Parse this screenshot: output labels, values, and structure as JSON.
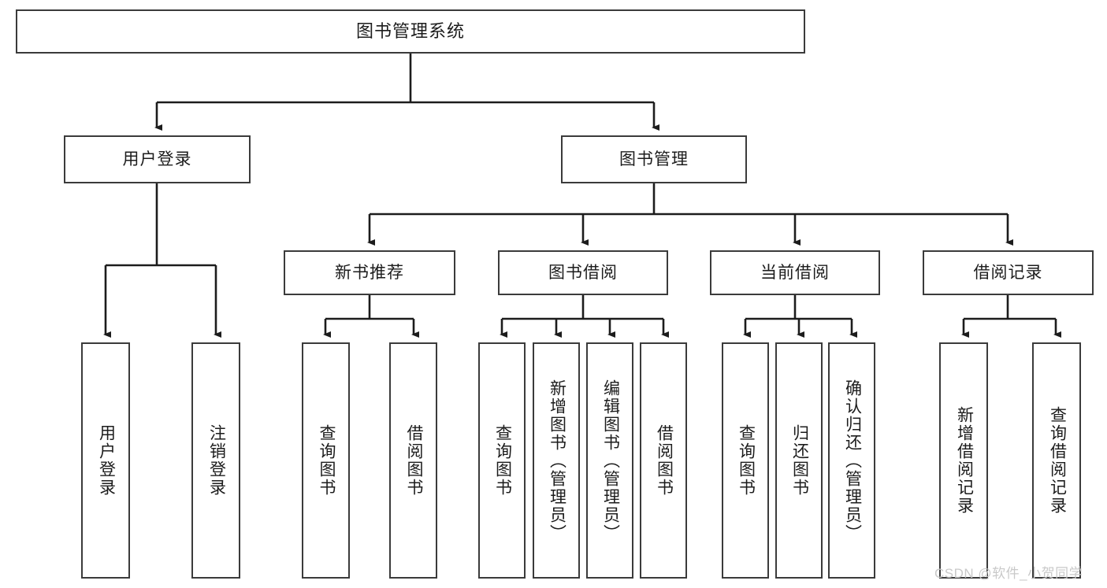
{
  "diagram": {
    "type": "tree",
    "title": "图书管理系统",
    "orientation": "top-down",
    "colors": {
      "box_border": "#3b3b3b",
      "box_fill": "#ffffff",
      "connector": "#1c1c1c",
      "text": "#1c1c1c",
      "watermark": "#c9c9c9"
    },
    "root": {
      "label": "图书管理系统"
    },
    "level2": [
      {
        "id": "user-login",
        "label": "用户登录"
      },
      {
        "id": "book-manage",
        "label": "图书管理"
      }
    ],
    "level3": [
      {
        "id": "new-book-recommend",
        "label": "新书推荐",
        "parent": "book-manage"
      },
      {
        "id": "book-borrow",
        "label": "图书借阅",
        "parent": "book-manage"
      },
      {
        "id": "current-borrow",
        "label": "当前借阅",
        "parent": "book-manage"
      },
      {
        "id": "borrow-record",
        "label": "借阅记录",
        "parent": "book-manage"
      }
    ],
    "leaves": {
      "user_login": [
        {
          "id": "leaf-user-login",
          "label": "用户登录"
        },
        {
          "id": "leaf-user-logout",
          "label": "注销登录"
        }
      ],
      "new_book_recommend": [
        {
          "id": "leaf-query-book-1",
          "label": "查询图书"
        },
        {
          "id": "leaf-borrow-book-1",
          "label": "借阅图书"
        }
      ],
      "book_borrow": [
        {
          "id": "leaf-query-book-2",
          "label": "查询图书"
        },
        {
          "id": "leaf-add-book",
          "label": "新增图书（管理员）"
        },
        {
          "id": "leaf-edit-book",
          "label": "编辑图书（管理员）"
        },
        {
          "id": "leaf-borrow-book-2",
          "label": "借阅图书"
        }
      ],
      "current_borrow": [
        {
          "id": "leaf-query-book-3",
          "label": "查询图书"
        },
        {
          "id": "leaf-return-book",
          "label": "归还图书"
        },
        {
          "id": "leaf-confirm-return",
          "label": "确认归还（管理员）"
        }
      ],
      "borrow_record": [
        {
          "id": "leaf-add-record",
          "label": "新增借阅记录"
        },
        {
          "id": "leaf-query-record",
          "label": "查询借阅记录"
        }
      ]
    }
  },
  "watermark": {
    "text": "CSDN @软件_小贺同学"
  }
}
